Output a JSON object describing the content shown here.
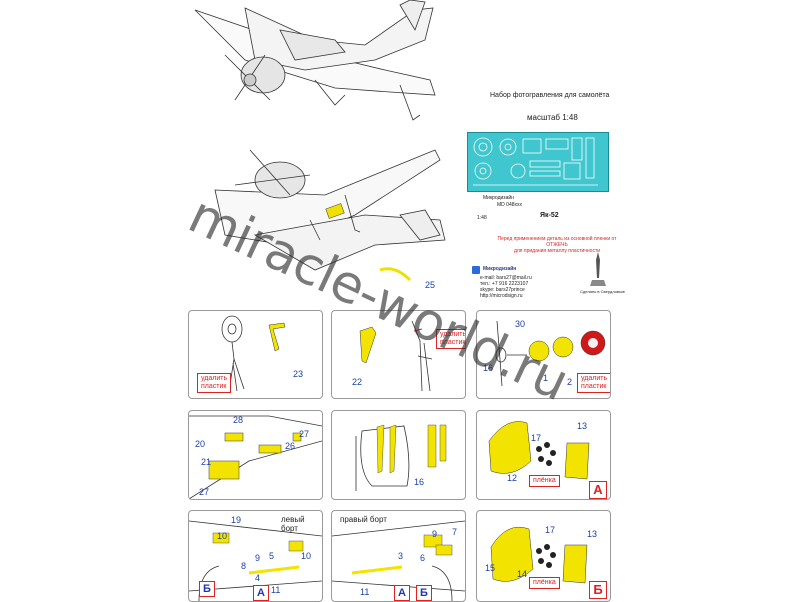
{
  "header": {
    "title": "Набор фотогравления для самолёта",
    "scale": "масштаб 1:48"
  },
  "fret": {
    "maker": "Микродизайн",
    "code": "MD 048xxx",
    "model": "Як-52",
    "scale_tag": "1:48"
  },
  "warning": {
    "line1": "Перед применением деталь из основной пленки от",
    "line2": "ОТЖЕЧЬ",
    "line3": "для придания металлу пластичности"
  },
  "contacts": {
    "brand": "Микродизайн",
    "email": "e-mail: bars27@mail.ru",
    "phone": "тел.: +7 916 2223107",
    "skype": "skype: bars27prince",
    "site": "http://microdsign.ru"
  },
  "logo_caption": "Сделано в Свердловске",
  "watermark": "miracle-world.ru",
  "top_part_number": "25",
  "panels": {
    "p1": {
      "parts": [
        "23"
      ],
      "note": "удалить\nпластик"
    },
    "p2": {
      "parts": [
        "22"
      ],
      "note": "удалить\nпластик"
    },
    "p3": {
      "parts": [
        "30",
        "1",
        "2",
        "16"
      ],
      "note": "удалить\nпластик"
    },
    "p4": {
      "parts": [
        "28",
        "20",
        "26",
        "27",
        "21",
        "27"
      ]
    },
    "p5": {
      "parts": [
        "16"
      ]
    },
    "p6": {
      "parts": [
        "17",
        "13",
        "12"
      ],
      "film": "плёнка",
      "letter": "A"
    },
    "p7": {
      "side": "левый борт",
      "parts": [
        "19",
        "10",
        "5",
        "9",
        "8",
        "4",
        "10",
        "11"
      ],
      "letters": [
        "Б",
        "A"
      ]
    },
    "p8": {
      "side": "правый борт",
      "parts": [
        "9",
        "7",
        "3",
        "6",
        "11"
      ],
      "letters": [
        "A",
        "Б"
      ]
    },
    "p9": {
      "parts": [
        "17",
        "13",
        "15",
        "14"
      ],
      "film": "плёнка",
      "letter": "Б"
    }
  }
}
